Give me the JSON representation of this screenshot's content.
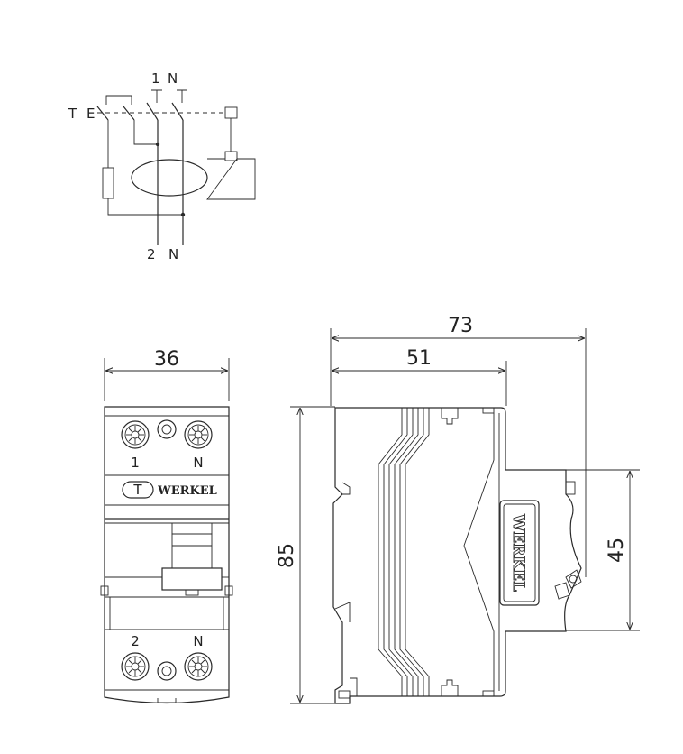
{
  "schematic": {
    "label_t": "T",
    "label_e": "E",
    "label_in_1": "1",
    "label_in_n": "N",
    "label_out_2": "2",
    "label_out_n": "N"
  },
  "front_view": {
    "width_dimension": "36",
    "top_terminal_left": "1",
    "top_terminal_right": "N",
    "test_button_label": "T",
    "brand": "WERKEL",
    "bottom_terminal_left": "2",
    "bottom_terminal_right": "N"
  },
  "side_view": {
    "total_depth_dimension": "73",
    "body_depth_dimension": "51",
    "height_dimension": "85",
    "rail_dimension": "45",
    "brand": "WERKEL"
  }
}
